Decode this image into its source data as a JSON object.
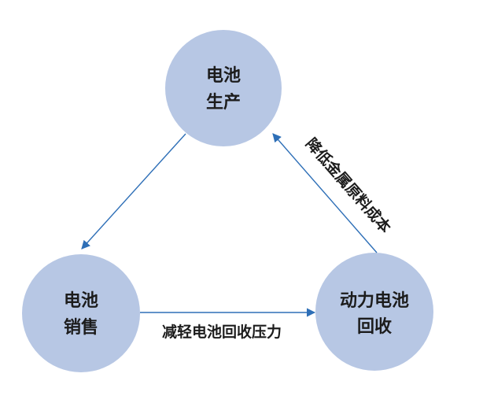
{
  "colors": {
    "node_fill": "#b7c7e4",
    "edge": "#2e6fb7",
    "text": "#1c1c1c"
  },
  "nodes": {
    "production": {
      "line1": "电池",
      "line2": "生产"
    },
    "sales": {
      "line1": "电池",
      "line2": "销售"
    },
    "recycling": {
      "line1": "动力电池",
      "line2": "回收"
    }
  },
  "edges": {
    "sales_to_recycling": {
      "label": "减轻电池回收压力"
    },
    "recycling_to_production": {
      "label": "降低金属原料成本"
    }
  }
}
